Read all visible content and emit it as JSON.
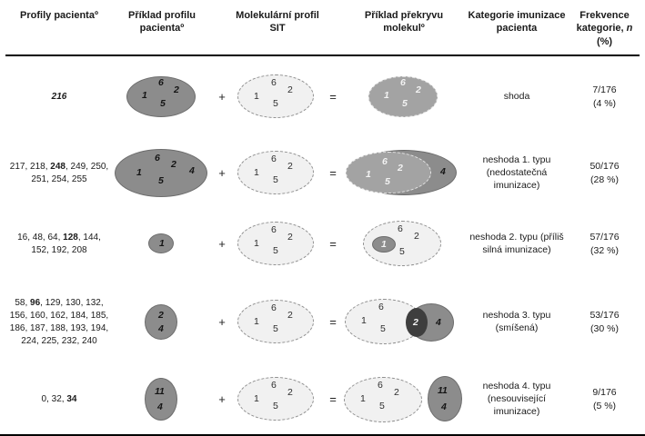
{
  "header": {
    "profiles": "Profily pacientaº",
    "patient_example": "Příklad profilu pacientaº",
    "sit_profile": "Molekulární profil SIT",
    "overlap_example": "Příklad překryvu molekulº",
    "category": "Kategorie imunizace pacienta",
    "freq_label": "Frekvence kategorie,",
    "freq_n": "n",
    "freq_pct": "(%)"
  },
  "operators": {
    "plus": "+",
    "equals": "="
  },
  "sit": {
    "n6": "6",
    "n2": "2",
    "n1": "1",
    "n5": "5"
  },
  "rows": [
    {
      "profiles": {
        "pre": "",
        "bold": "216",
        "post": ""
      },
      "patient": {
        "n6": "6",
        "n2": "2",
        "n1": "1",
        "n5": "5"
      },
      "overlap": {
        "n6": "6",
        "n2": "2",
        "n1": "1",
        "n5": "5"
      },
      "category": "shoda",
      "freq": {
        "ratio": "7/176",
        "pct": "(4 %)"
      }
    },
    {
      "profiles": {
        "pre": "217, 218, ",
        "bold": "248",
        "post": ", 249, 250, 251, 254, 255"
      },
      "patient": {
        "n6": "6",
        "n2": "2",
        "n1": "1",
        "n5": "5",
        "n4": "4"
      },
      "overlap": {
        "n6": "6",
        "n2": "2",
        "n1": "1",
        "n5": "5",
        "n4": "4"
      },
      "category": "neshoda 1. typu (nedostatečná imunizace)",
      "freq": {
        "ratio": "50/176",
        "pct": "(28 %)"
      }
    },
    {
      "profiles": {
        "pre": "16, 48, 64, ",
        "bold": "128",
        "post": ", 144, 152, 192, 208"
      },
      "patient": {
        "n1": "1"
      },
      "overlap": {
        "n6": "6",
        "n2": "2",
        "n5": "5",
        "n1": "1"
      },
      "category": "neshoda 2. typu (příliš silná imunizace)",
      "freq": {
        "ratio": "57/176",
        "pct": "(32 %)"
      }
    },
    {
      "profiles": {
        "pre": "58, ",
        "bold": "96",
        "post": ", 129, 130, 132, 156, 160, 162, 184, 185, 186, 187, 188, 193, 194, 224, 225, 232, 240"
      },
      "patient": {
        "n2": "2",
        "n4": "4"
      },
      "overlap": {
        "n6": "6",
        "n1": "1",
        "n5": "5",
        "n2": "2",
        "n4": "4"
      },
      "category": "neshoda 3. typu (smíšená)",
      "freq": {
        "ratio": "53/176",
        "pct": "(30 %)"
      }
    },
    {
      "profiles": {
        "pre": "0, 32, ",
        "bold": "34",
        "post": ""
      },
      "patient": {
        "n11": "11",
        "n4": "4"
      },
      "overlap": {
        "n6": "6",
        "n2": "2",
        "n1": "1",
        "n5": "5",
        "n11": "11",
        "n4": "4"
      },
      "category": "neshoda 4. typu (nesouvisející imunizace)",
      "freq": {
        "ratio": "9/176",
        "pct": "(5 %)"
      }
    }
  ],
  "colors": {
    "patient_fill": "#8c8c8c",
    "sit_fill": "#f1f1f1",
    "overlap_fill": "#a3a3a3",
    "intersection_dark": "#3e3e3e",
    "rule": "#000000"
  }
}
